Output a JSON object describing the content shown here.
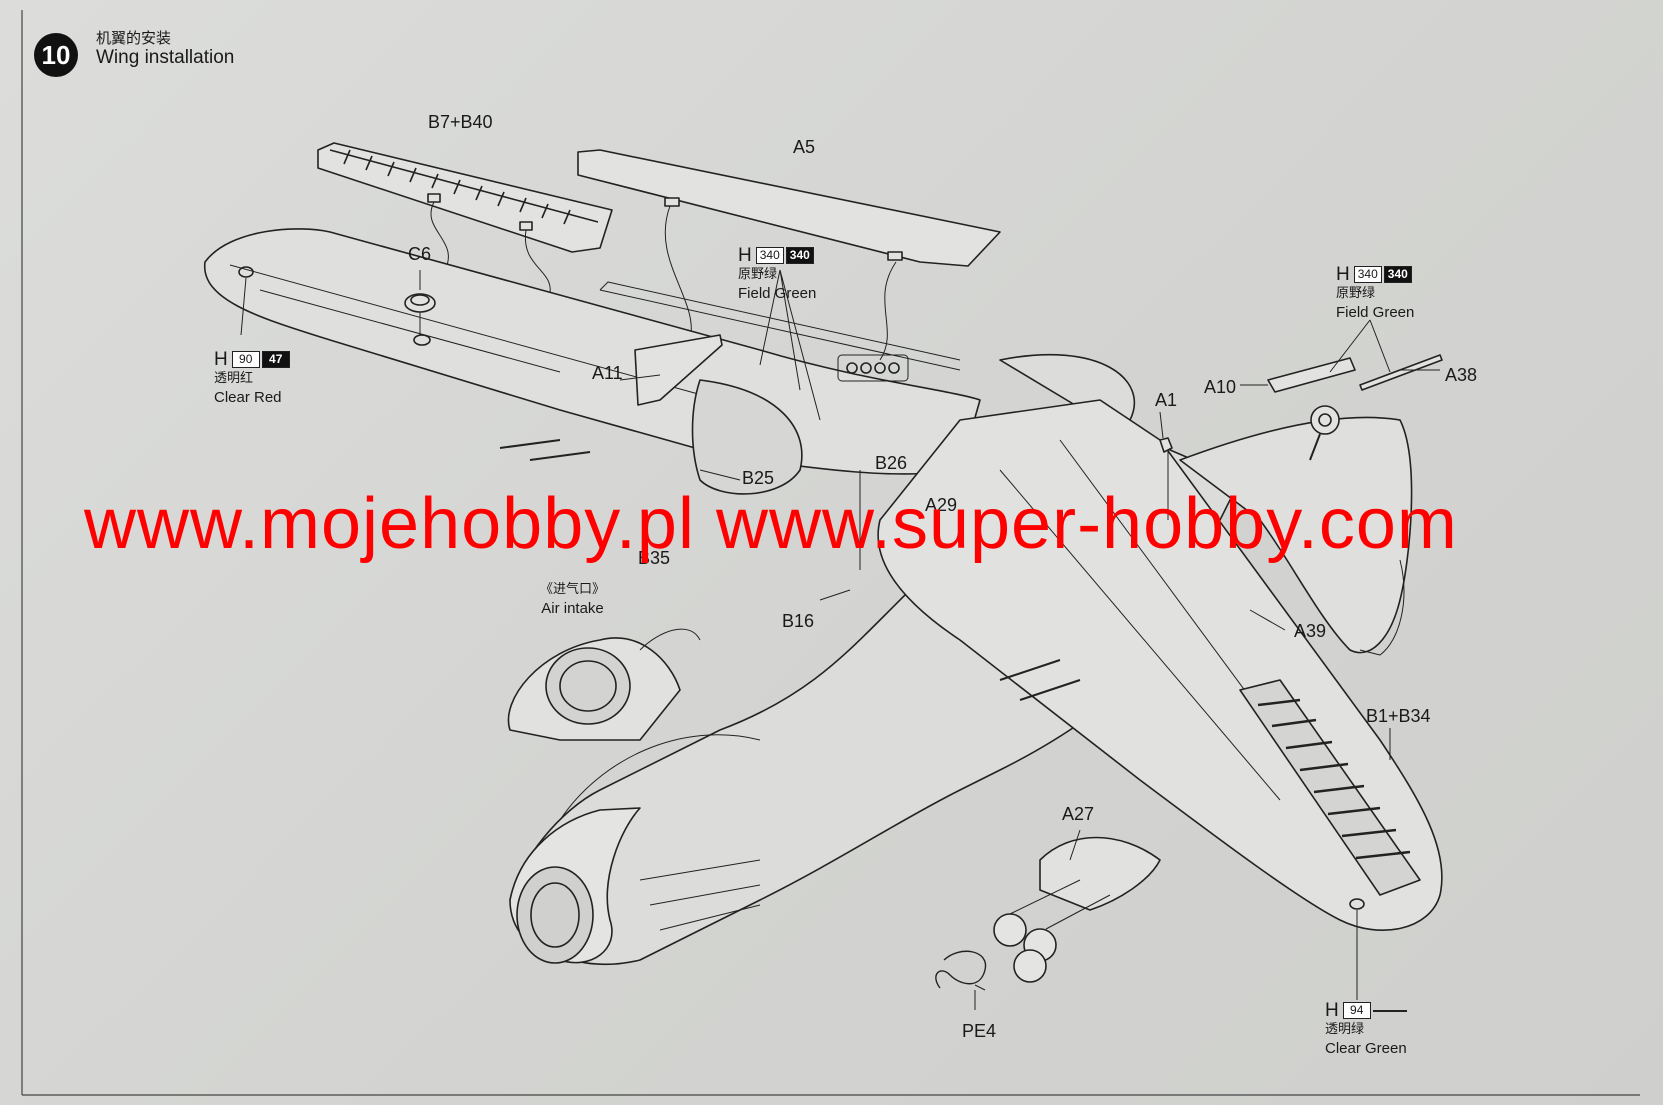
{
  "step": {
    "number": "10",
    "title_cn": "机翼的安装",
    "title_en": "Wing installation"
  },
  "parts": {
    "b7_b40": "B7+B40",
    "a5": "A5",
    "c6": "C6",
    "a11": "A11",
    "a10": "A10",
    "a38": "A38",
    "a1": "A1",
    "b25": "B25",
    "b26": "B26",
    "a29": "A29",
    "b35": "B35",
    "b16": "B16",
    "a39": "A39",
    "b1_b34": "B1+B34",
    "a27": "A27",
    "pe4": "PE4"
  },
  "air_intake": {
    "cn": "《进气口》",
    "en": "Air intake"
  },
  "paints": {
    "clear_red": {
      "h": "H",
      "code1": "90",
      "code2": "47",
      "cn": "透明红",
      "en": "Clear Red"
    },
    "field_green_center": {
      "h": "H",
      "code1": "340",
      "code2": "340",
      "cn": "原野绿",
      "en": "Field Green"
    },
    "field_green_right": {
      "h": "H",
      "code1": "340",
      "code2": "340",
      "cn": "原野绿",
      "en": "Field Green"
    },
    "clear_green": {
      "h": "H",
      "code1": "94",
      "code2": "",
      "cn": "透明绿",
      "en": "Clear Green"
    }
  },
  "watermark": "www.mojehobby.pl www.super-hobby.com"
}
